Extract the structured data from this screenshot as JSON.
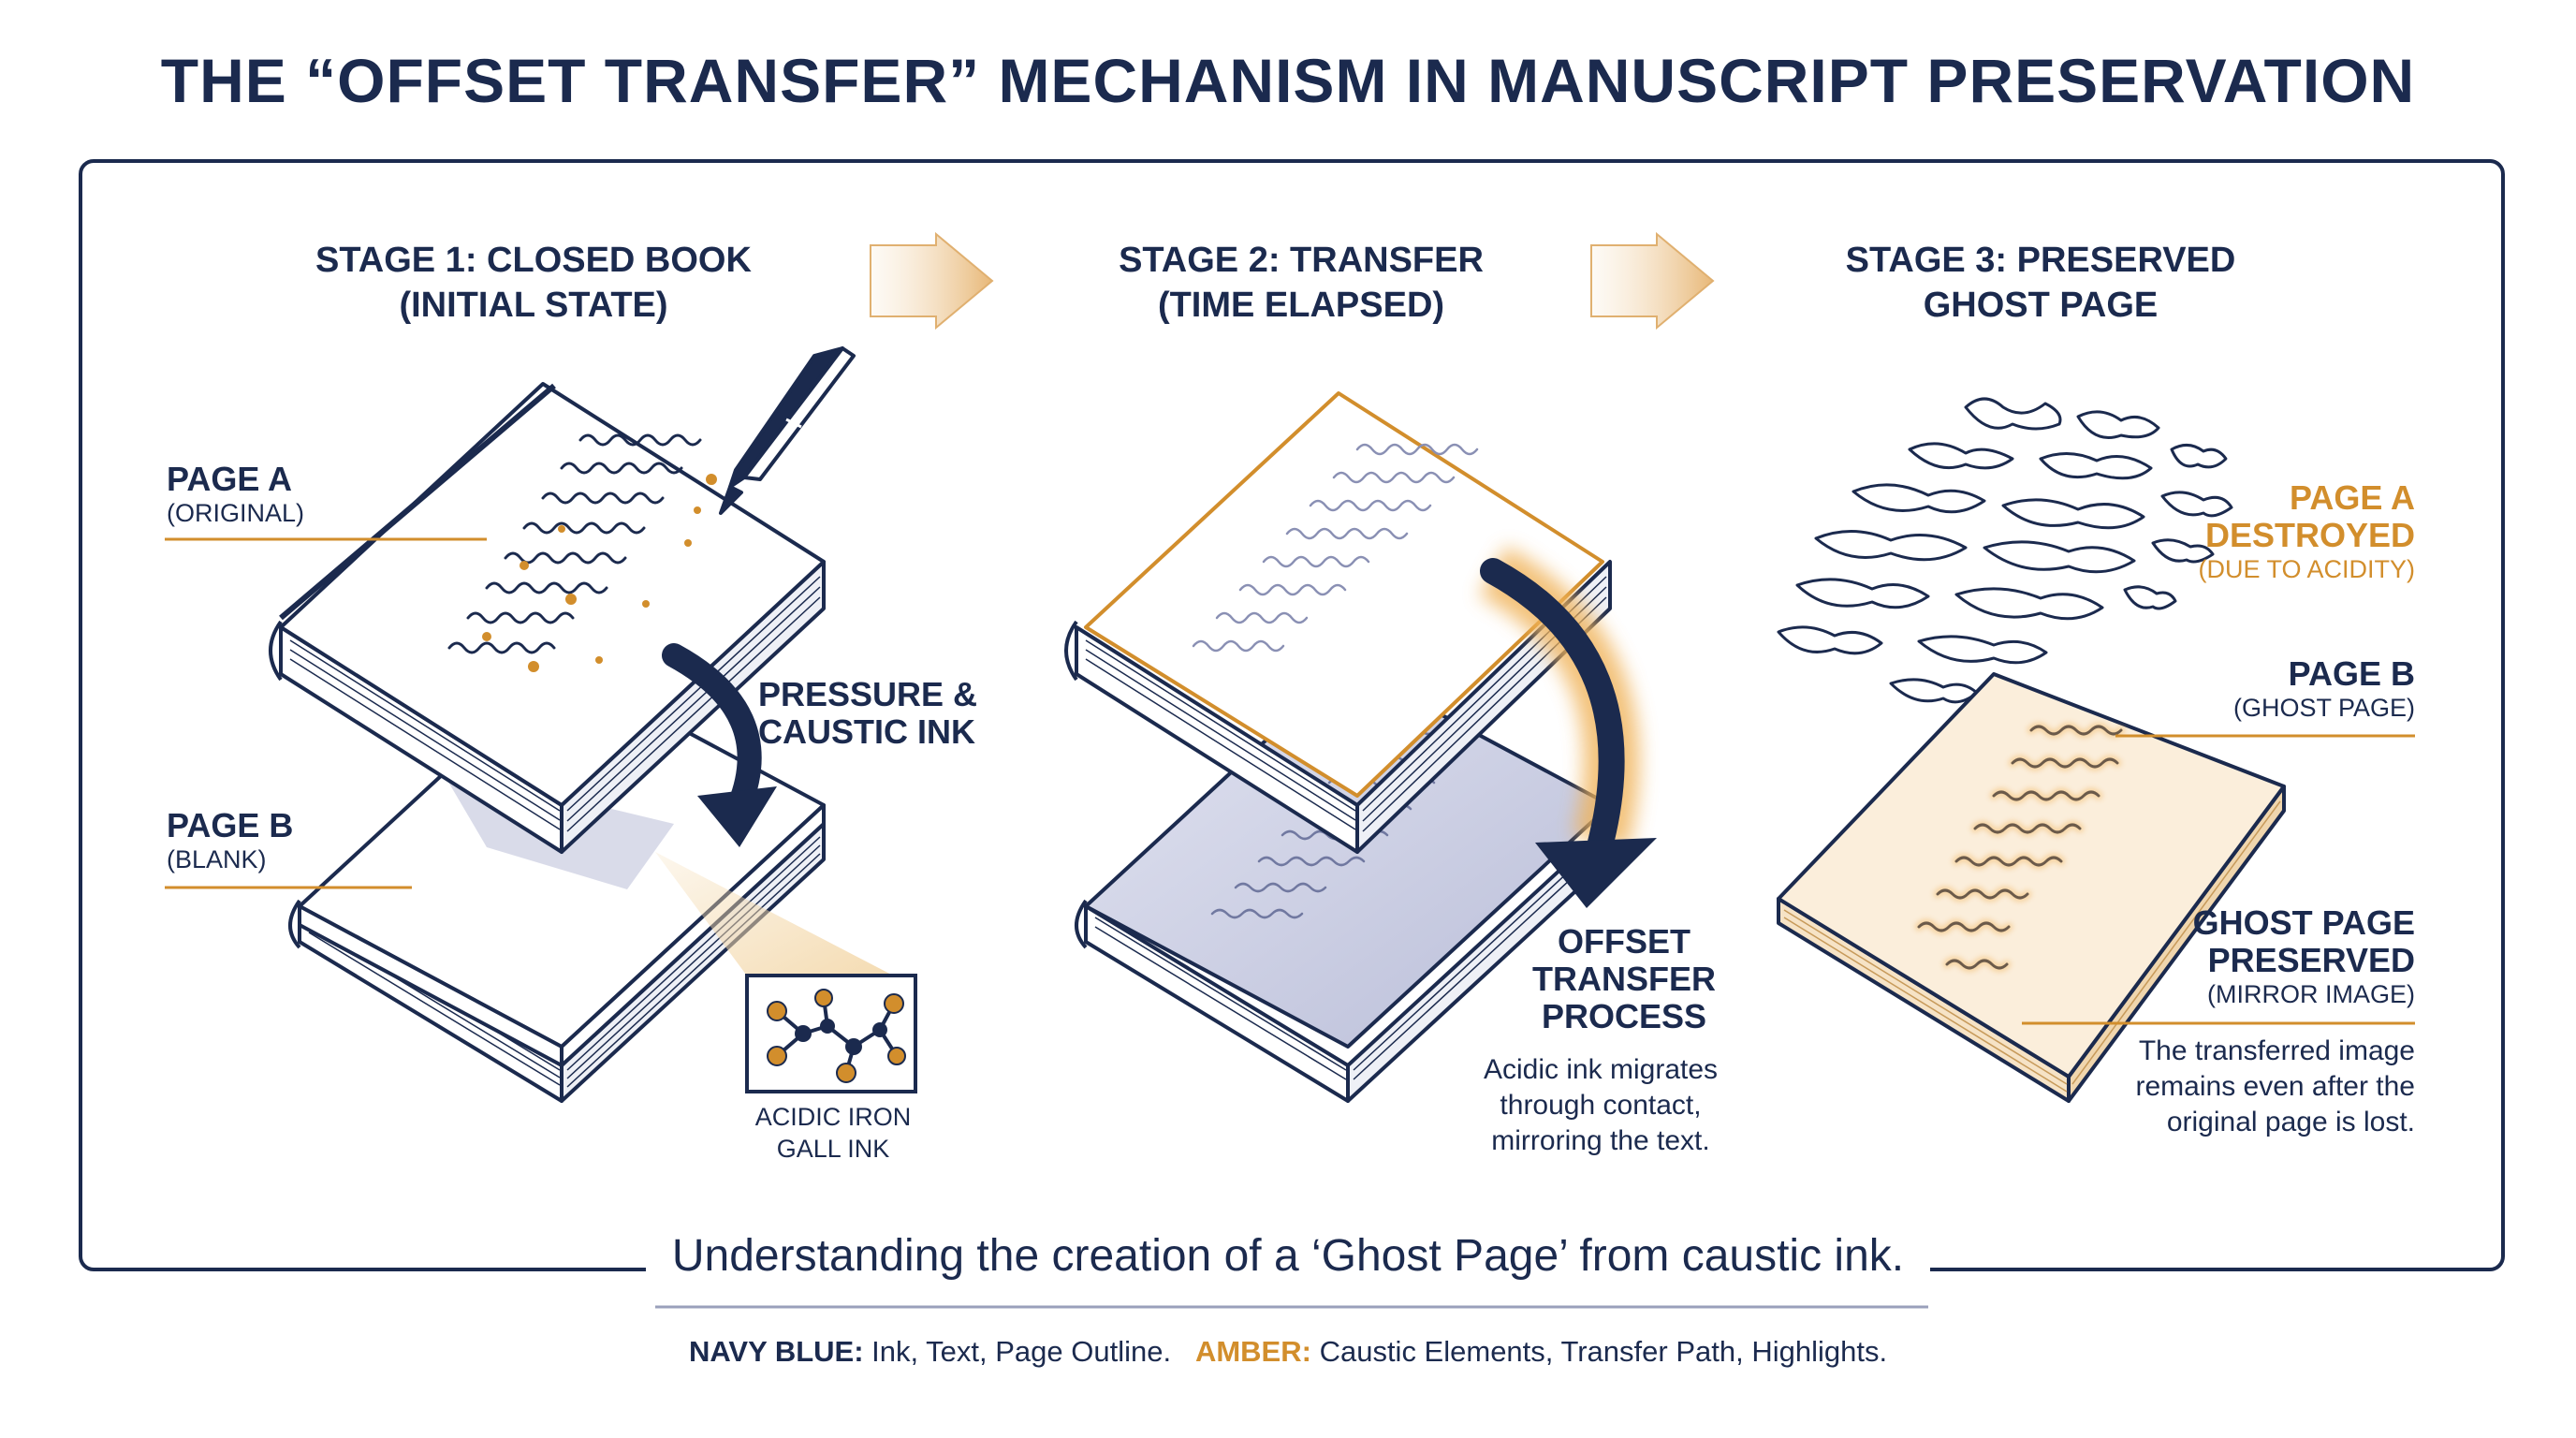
{
  "title": "THE “OFFSET TRANSFER” MECHANISM IN MANUSCRIPT PRESERVATION",
  "stages": [
    {
      "line1": "STAGE 1: CLOSED BOOK",
      "line2": "(INITIAL STATE)"
    },
    {
      "line1": "STAGE 2: TRANSFER",
      "line2": "(TIME ELAPSED)"
    },
    {
      "line1": "STAGE 3: PRESERVED",
      "line2": "GHOST PAGE"
    }
  ],
  "stage1": {
    "page_a": {
      "title": "PAGE A",
      "sub": "(ORIGINAL)"
    },
    "page_b": {
      "title": "PAGE B",
      "sub": "(BLANK)"
    },
    "pressure": {
      "line1": "PRESSURE &",
      "line2": "CAUSTIC INK"
    },
    "ink": {
      "line1": "ACIDIC IRON",
      "line2": "GALL INK"
    }
  },
  "stage2": {
    "process": {
      "line1": "OFFSET",
      "line2": "TRANSFER",
      "line3": "PROCESS"
    },
    "desc": {
      "line1": "Acidic ink migrates",
      "line2": "through contact,",
      "line3": "mirroring the text."
    }
  },
  "stage3": {
    "page_a": {
      "line1": "PAGE A",
      "line2": "DESTROYED",
      "sub": "(DUE TO ACIDITY)"
    },
    "page_b": {
      "title": "PAGE B",
      "sub": "(GHOST PAGE)"
    },
    "ghost": {
      "line1": "GHOST PAGE",
      "line2": "PRESERVED",
      "sub": "(MIRROR IMAGE)"
    },
    "desc": {
      "line1": "The transferred image",
      "line2": "remains even after the",
      "line3": "original page is lost."
    }
  },
  "caption": "Understanding the creation of a ‘Ghost Page’ from caustic ink.",
  "legend": {
    "navy_label": "NAVY BLUE:",
    "navy_text": "Ink, Text, Page Outline.",
    "amber_label": "AMBER:",
    "amber_text": "Caustic Elements, Transfer Path, Highlights."
  },
  "colors": {
    "navy": "#1b2a4e",
    "amber": "#d28e2c",
    "amber_light": "#f6e3c6"
  }
}
